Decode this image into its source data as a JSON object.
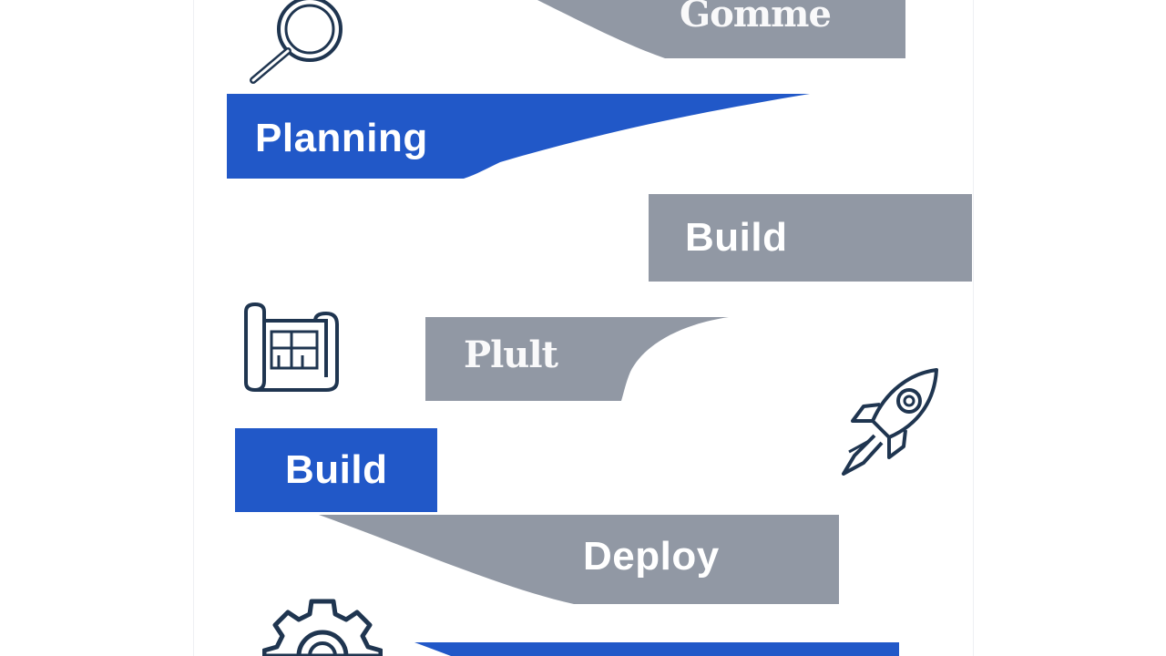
{
  "colors": {
    "blue": "#2158c8",
    "gray": "#9198a4",
    "icon_stroke": "#1f3550",
    "background": "#ffffff"
  },
  "bands": [
    {
      "id": "top-gray-band",
      "label": "Gomme",
      "color": "gray",
      "garbled": true
    },
    {
      "id": "planning-band",
      "label": "Planning",
      "color": "blue",
      "garbled": false
    },
    {
      "id": "build-gray-band",
      "label": "Build",
      "color": "gray",
      "garbled": false
    },
    {
      "id": "plult-band",
      "label": "Plult",
      "color": "gray",
      "garbled": true
    },
    {
      "id": "build-blue-band",
      "label": "Build",
      "color": "blue",
      "garbled": false
    },
    {
      "id": "deploy-band",
      "label": "Deploy",
      "color": "gray",
      "garbled": false
    },
    {
      "id": "bottom-blue-band",
      "label": "",
      "color": "blue",
      "garbled": false
    }
  ],
  "icons": [
    "magnifier-icon",
    "blueprint-icon",
    "rocket-icon",
    "gear-icon"
  ]
}
